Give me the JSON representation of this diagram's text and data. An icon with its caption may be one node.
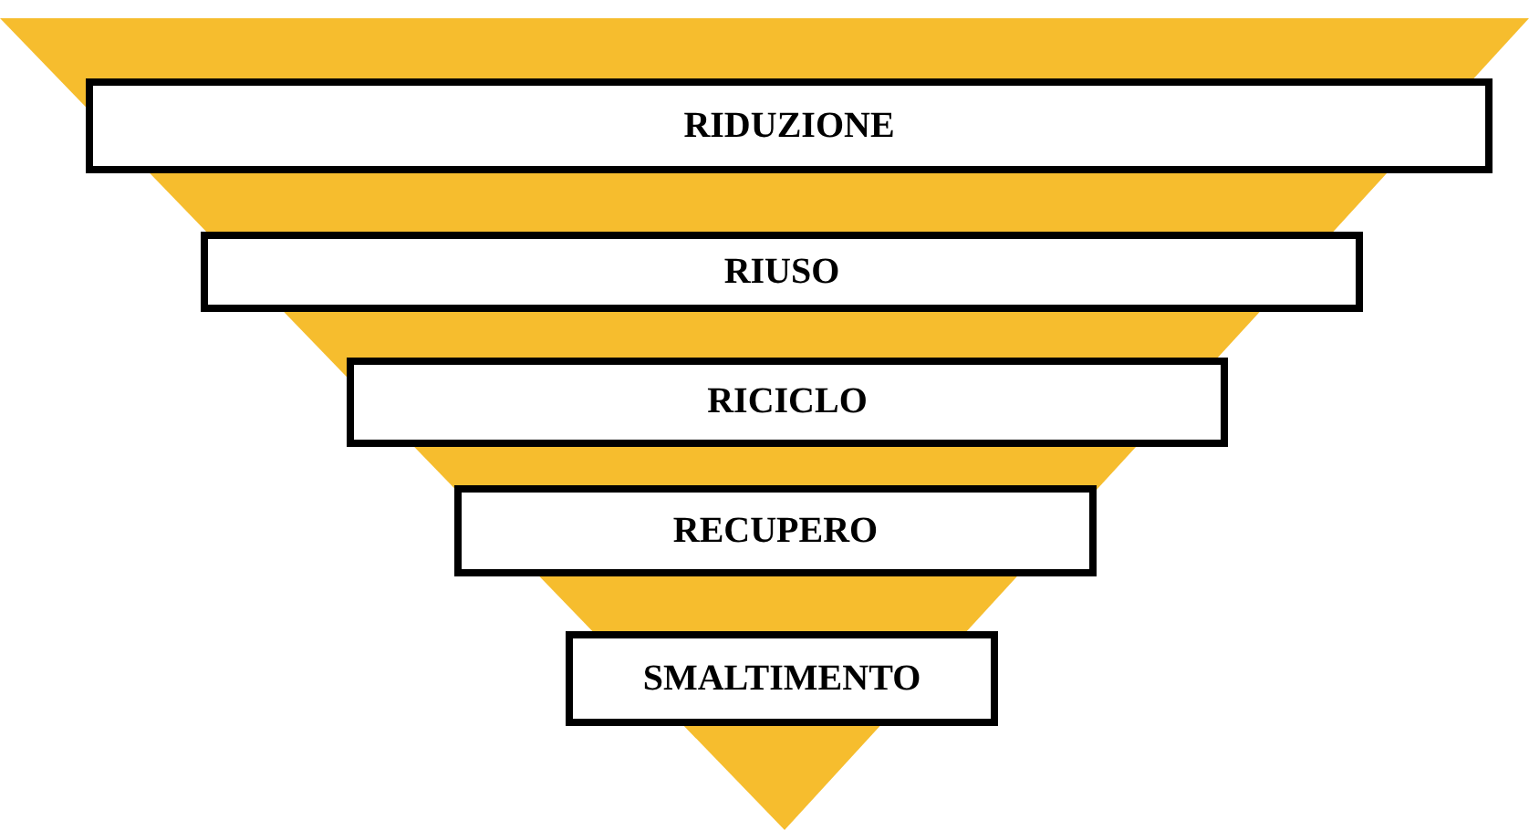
{
  "diagram": {
    "nodes": [
      {
        "text": [
          "RIDUZIONE"
        ]
      },
      {
        "text": [
          "RIUSO"
        ]
      },
      {
        "text": [
          "RICICLO"
        ]
      },
      {
        "text": [
          "RECUPERO"
        ]
      },
      {
        "text": [
          "SMALTIMENTO"
        ]
      }
    ]
  }
}
